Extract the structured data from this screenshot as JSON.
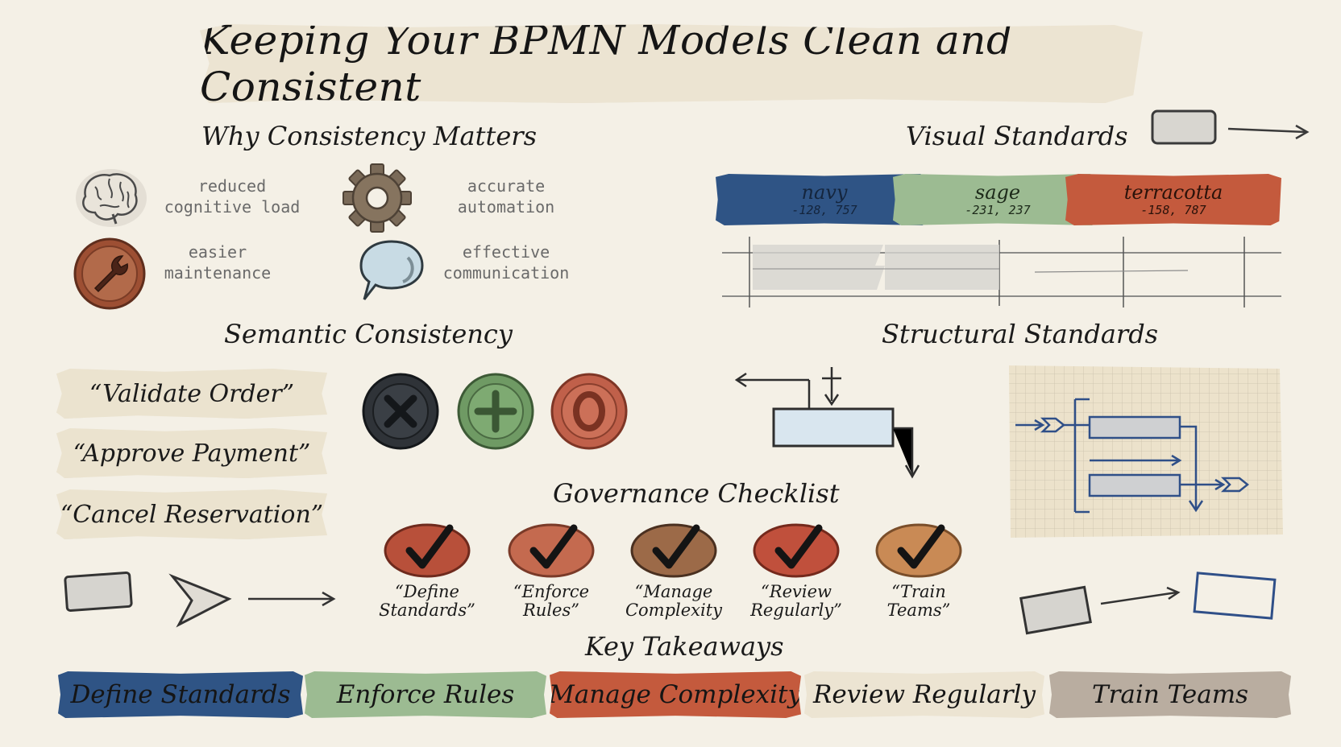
{
  "title": "Keeping Your BPMN Models Clean and Consistent",
  "why": {
    "heading": "Why Consistency Matters",
    "items": [
      {
        "icon": "brain-icon",
        "label_line1": "reduced",
        "label_line2": "cognitive load"
      },
      {
        "icon": "gear-icon",
        "label_line1": "accurate",
        "label_line2": "automation"
      },
      {
        "icon": "wrench-icon",
        "label_line1": "easier",
        "label_line2": "maintenance"
      },
      {
        "icon": "speech-bubble-icon",
        "label_line1": "effective",
        "label_line2": "communication"
      }
    ]
  },
  "visual": {
    "heading": "Visual Standards",
    "swatches": [
      {
        "name": "navy",
        "code": "-128, 757",
        "color": "#2f5485"
      },
      {
        "name": "sage",
        "code": "-231, 237",
        "color": "#9cbb92"
      },
      {
        "name": "terracotta",
        "code": "-158, 787",
        "color": "#c45a3d"
      }
    ]
  },
  "semantic": {
    "heading": "Semantic Consistency",
    "labels": [
      "“Validate Order”",
      "“Approve Payment”",
      "“Cancel Reservation”"
    ],
    "gateways": [
      {
        "icon": "exclusive-gateway-icon",
        "color": "#2f3338"
      },
      {
        "icon": "parallel-gateway-icon",
        "color": "#6f9a64"
      },
      {
        "icon": "inclusive-gateway-icon",
        "color": "#c0604a"
      }
    ]
  },
  "structural": {
    "heading": "Structural Standards"
  },
  "governance": {
    "heading": "Governance Checklist",
    "items": [
      {
        "line1": "“Define",
        "line2": "Standards”",
        "color": "#b8503a"
      },
      {
        "line1": "“Enforce",
        "line2": "Rules”",
        "color": "#c46a4f"
      },
      {
        "line1": "“Manage",
        "line2": "Complexity",
        "color": "#9c6a48"
      },
      {
        "line1": "“Review",
        "line2": "Regularly”",
        "color": "#c0503c"
      },
      {
        "line1": "“Train",
        "line2": "Teams”",
        "color": "#c98a55"
      }
    ]
  },
  "takeaways": {
    "heading": "Key Takeaways",
    "items": [
      {
        "label": "Define Standards",
        "color": "#2f5485"
      },
      {
        "label": "Enforce Rules",
        "color": "#9cbb92"
      },
      {
        "label": "Manage Complexity",
        "color": "#c45a3d"
      },
      {
        "label": "Review Regularly",
        "color": "#ece4d2"
      },
      {
        "label": "Train Teams",
        "color": "#b9ada0"
      }
    ]
  }
}
